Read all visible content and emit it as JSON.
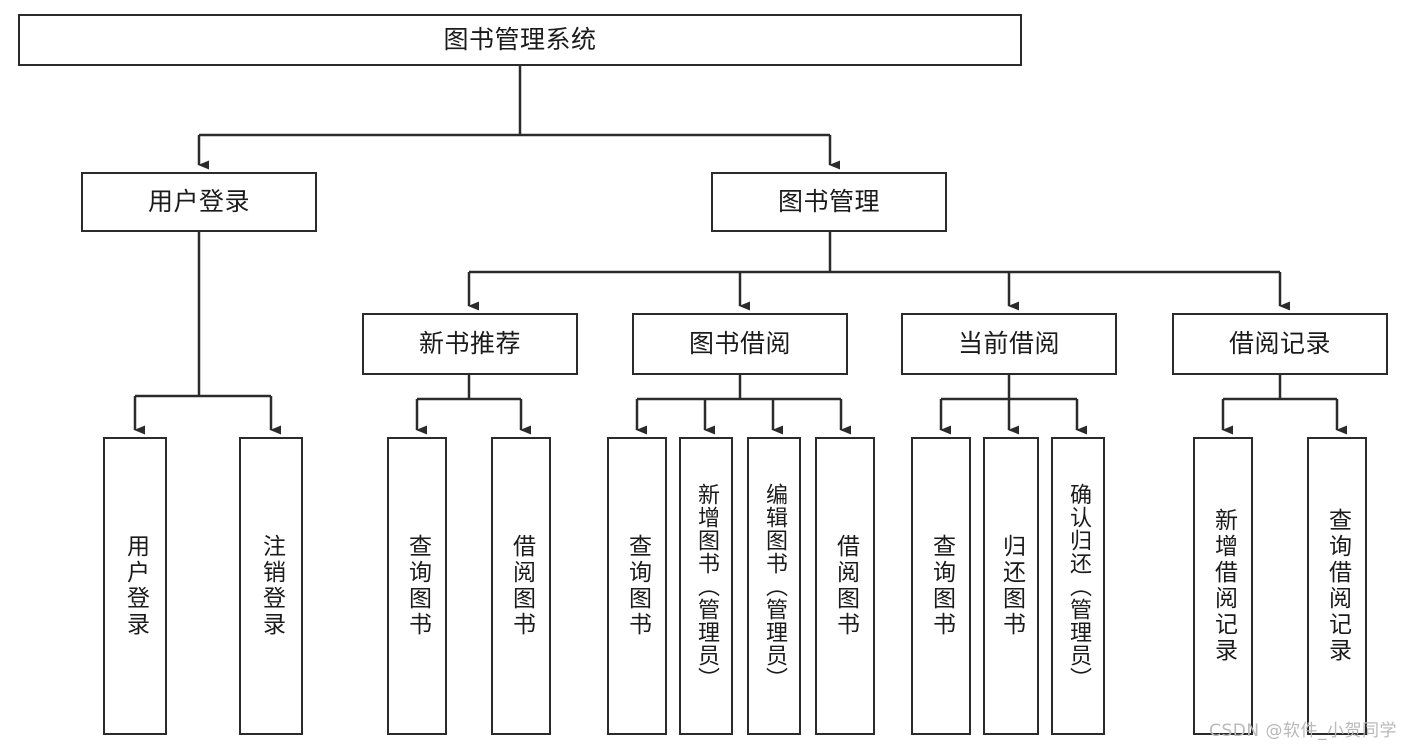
{
  "diagram": {
    "title": "图书管理系统",
    "type": "hierarchy-tree",
    "watermark": "CSDN @软件_小贺同学",
    "colors": {
      "stroke": "#2b2b2b",
      "fill": "#ffffff",
      "text": "#1b1b1b",
      "watermark": "#b9b9b9"
    },
    "nodes": {
      "root": {
        "label": "图书管理系统"
      },
      "level1": [
        {
          "id": "user-login",
          "label": "用户登录"
        },
        {
          "id": "book-manage",
          "label": "图书管理"
        }
      ],
      "level2": [
        {
          "id": "new-book-recommend",
          "label": "新书推荐"
        },
        {
          "id": "book-borrow",
          "label": "图书借阅"
        },
        {
          "id": "current-borrow",
          "label": "当前借阅"
        },
        {
          "id": "borrow-record",
          "label": "借阅记录"
        }
      ],
      "leaves": {
        "user_login": [
          {
            "id": "leaf-user-login",
            "label": "用户登录"
          },
          {
            "id": "leaf-logout-login",
            "label": "注销登录"
          }
        ],
        "new_book_recommend": [
          {
            "id": "leaf-query-book-1",
            "label": "查询图书"
          },
          {
            "id": "leaf-borrow-book-1",
            "label": "借阅图书"
          }
        ],
        "book_borrow": [
          {
            "id": "leaf-query-book-2",
            "label": "查询图书"
          },
          {
            "id": "leaf-add-book",
            "label": "新增图书（管理员）"
          },
          {
            "id": "leaf-edit-book",
            "label": "编辑图书（管理员）"
          },
          {
            "id": "leaf-borrow-book-2",
            "label": "借阅图书"
          }
        ],
        "current_borrow": [
          {
            "id": "leaf-query-book-3",
            "label": "查询图书"
          },
          {
            "id": "leaf-return-book",
            "label": "归还图书"
          },
          {
            "id": "leaf-confirm-return",
            "label": "确认归还（管理员）"
          }
        ],
        "borrow_record": [
          {
            "id": "leaf-add-record",
            "label": "新增借阅记录"
          },
          {
            "id": "leaf-query-record",
            "label": "查询借阅记录"
          }
        ]
      }
    }
  }
}
